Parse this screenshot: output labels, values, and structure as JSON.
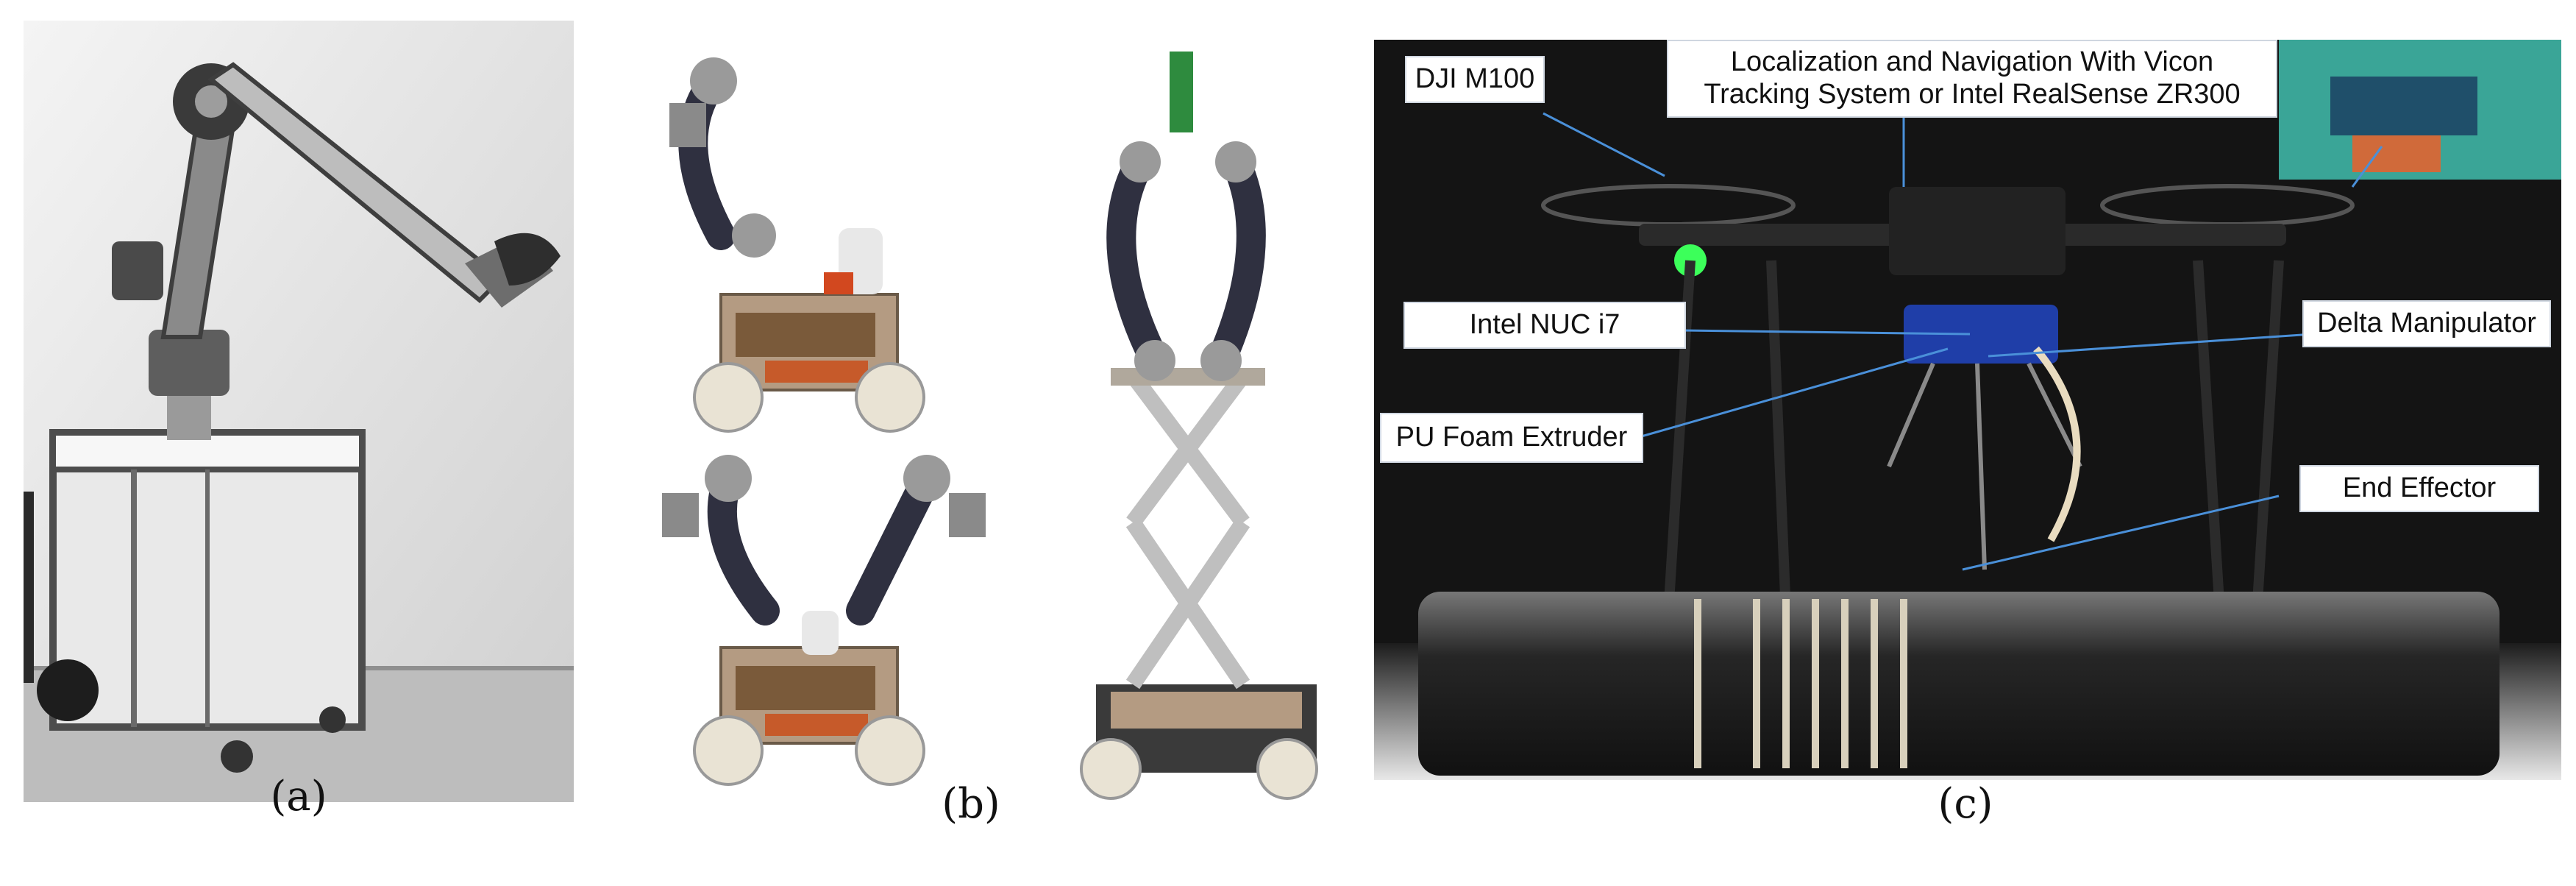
{
  "figure": {
    "captions": {
      "a": "(a)",
      "b": "(b)",
      "c": "(c)"
    },
    "panel_c": {
      "labels": {
        "dji": "DJI M100",
        "localization_line1": "Localization and Navigation With Vicon",
        "localization_line2": "Tracking System or Intel RealSense ZR300",
        "nuc": "Intel NUC i7",
        "delta": "Delta Manipulator",
        "extruder": "PU Foam Extruder",
        "end_effector": "End Effector"
      }
    },
    "colors": {
      "callout_line": "#4a90d9",
      "dark_background": "#141414",
      "gray_wall": "#dcdcdc"
    }
  }
}
